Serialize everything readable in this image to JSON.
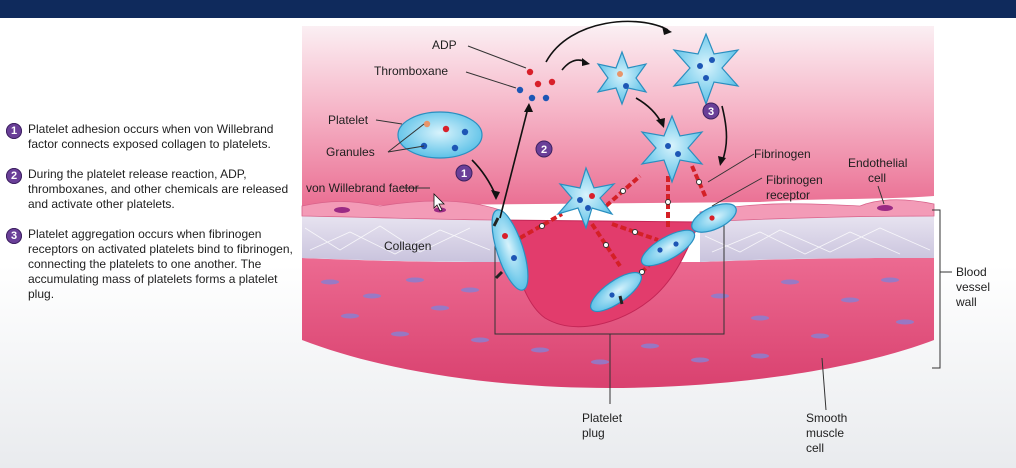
{
  "steps": [
    {
      "number": "1",
      "text": "Platelet adhesion occurs when von Willebrand factor connects exposed collagen to platelets."
    },
    {
      "number": "2",
      "text": "During the platelet release reaction, ADP, thromboxanes, and other chemicals are released and activate other platelets."
    },
    {
      "number": "3",
      "text": "Platelet aggregation occurs when fibrinogen receptors on activated platelets bind to fibrinogen, connecting the platelets to one another. The accumulating mass of platelets forms a platelet plug."
    }
  ],
  "labels": {
    "adp": "ADP",
    "thromboxane": "Thromboxane",
    "platelet": "Platelet",
    "granules": "Granules",
    "vwf": "von Willebrand factor",
    "collagen": "Collagen",
    "fibrinogen": "Fibrinogen",
    "fibrinogen_receptor_1": "Fibrinogen",
    "fibrinogen_receptor_2": "receptor",
    "endothelial_1": "Endothelial",
    "endothelial_2": "cell",
    "blood_1": "Blood",
    "blood_2": "vessel",
    "blood_3": "wall",
    "plug_1": "Platelet",
    "plug_2": "plug",
    "smooth_1": "Smooth",
    "smooth_2": "muscle",
    "smooth_3": "cell"
  },
  "badges": {
    "one": "1",
    "two": "2",
    "three": "3"
  },
  "colors": {
    "header": "#0f2a5c",
    "badge": "#6a3f98",
    "tissue": "#e5537e",
    "collagen": "#d6d2e6",
    "platelet": "#5ec6ea",
    "granule_blue": "#1d56b5",
    "granule_red": "#d8202a",
    "fibrinogen": "#d42026"
  }
}
